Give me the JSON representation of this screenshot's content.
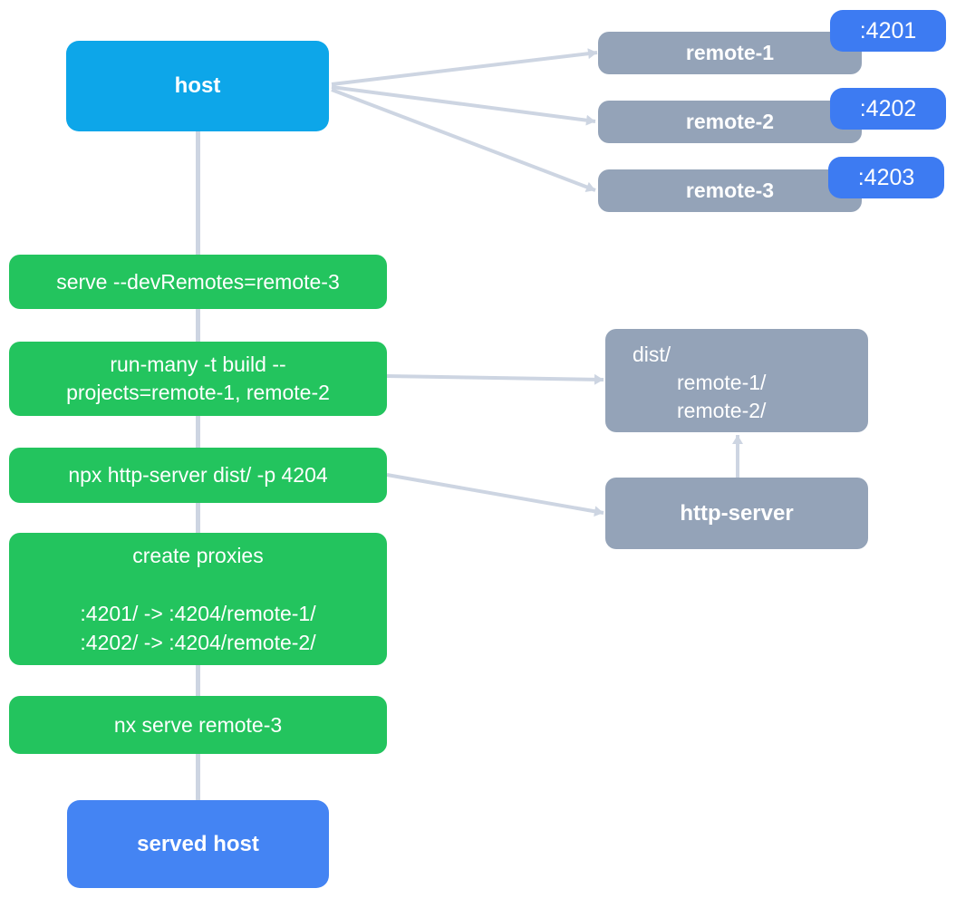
{
  "colors": {
    "host_fill": "#0da6e9",
    "gray_fill": "#94a3b8",
    "badge_fill": "#3d7bf2",
    "served_fill": "#4484f3",
    "green_fill": "#23c45e",
    "line_color": "#cdd5e2",
    "text_color": "#ffffff"
  },
  "host": {
    "label": "host"
  },
  "remotes": [
    {
      "label": "remote-1",
      "port": ":4201"
    },
    {
      "label": "remote-2",
      "port": ":4202"
    },
    {
      "label": "remote-3",
      "port": ":4203"
    }
  ],
  "steps": {
    "serve": "serve --devRemotes=remote-3",
    "run_many_line1": "run-many -t build --",
    "run_many_line2": "projects=remote-1, remote-2",
    "http_cmd": "npx http-server dist/ -p 4204",
    "create_proxies_title": "create proxies",
    "proxy_rule1": ":4201/ -> :4204/remote-1/",
    "proxy_rule2": ":4202/ -> :4204/remote-2/",
    "nx_serve": "nx serve remote-3"
  },
  "dist": {
    "line1": "dist/",
    "line2": "remote-1/",
    "line3": "remote-2/"
  },
  "http_server": {
    "label": "http-server"
  },
  "served_host": {
    "label": "served host"
  }
}
